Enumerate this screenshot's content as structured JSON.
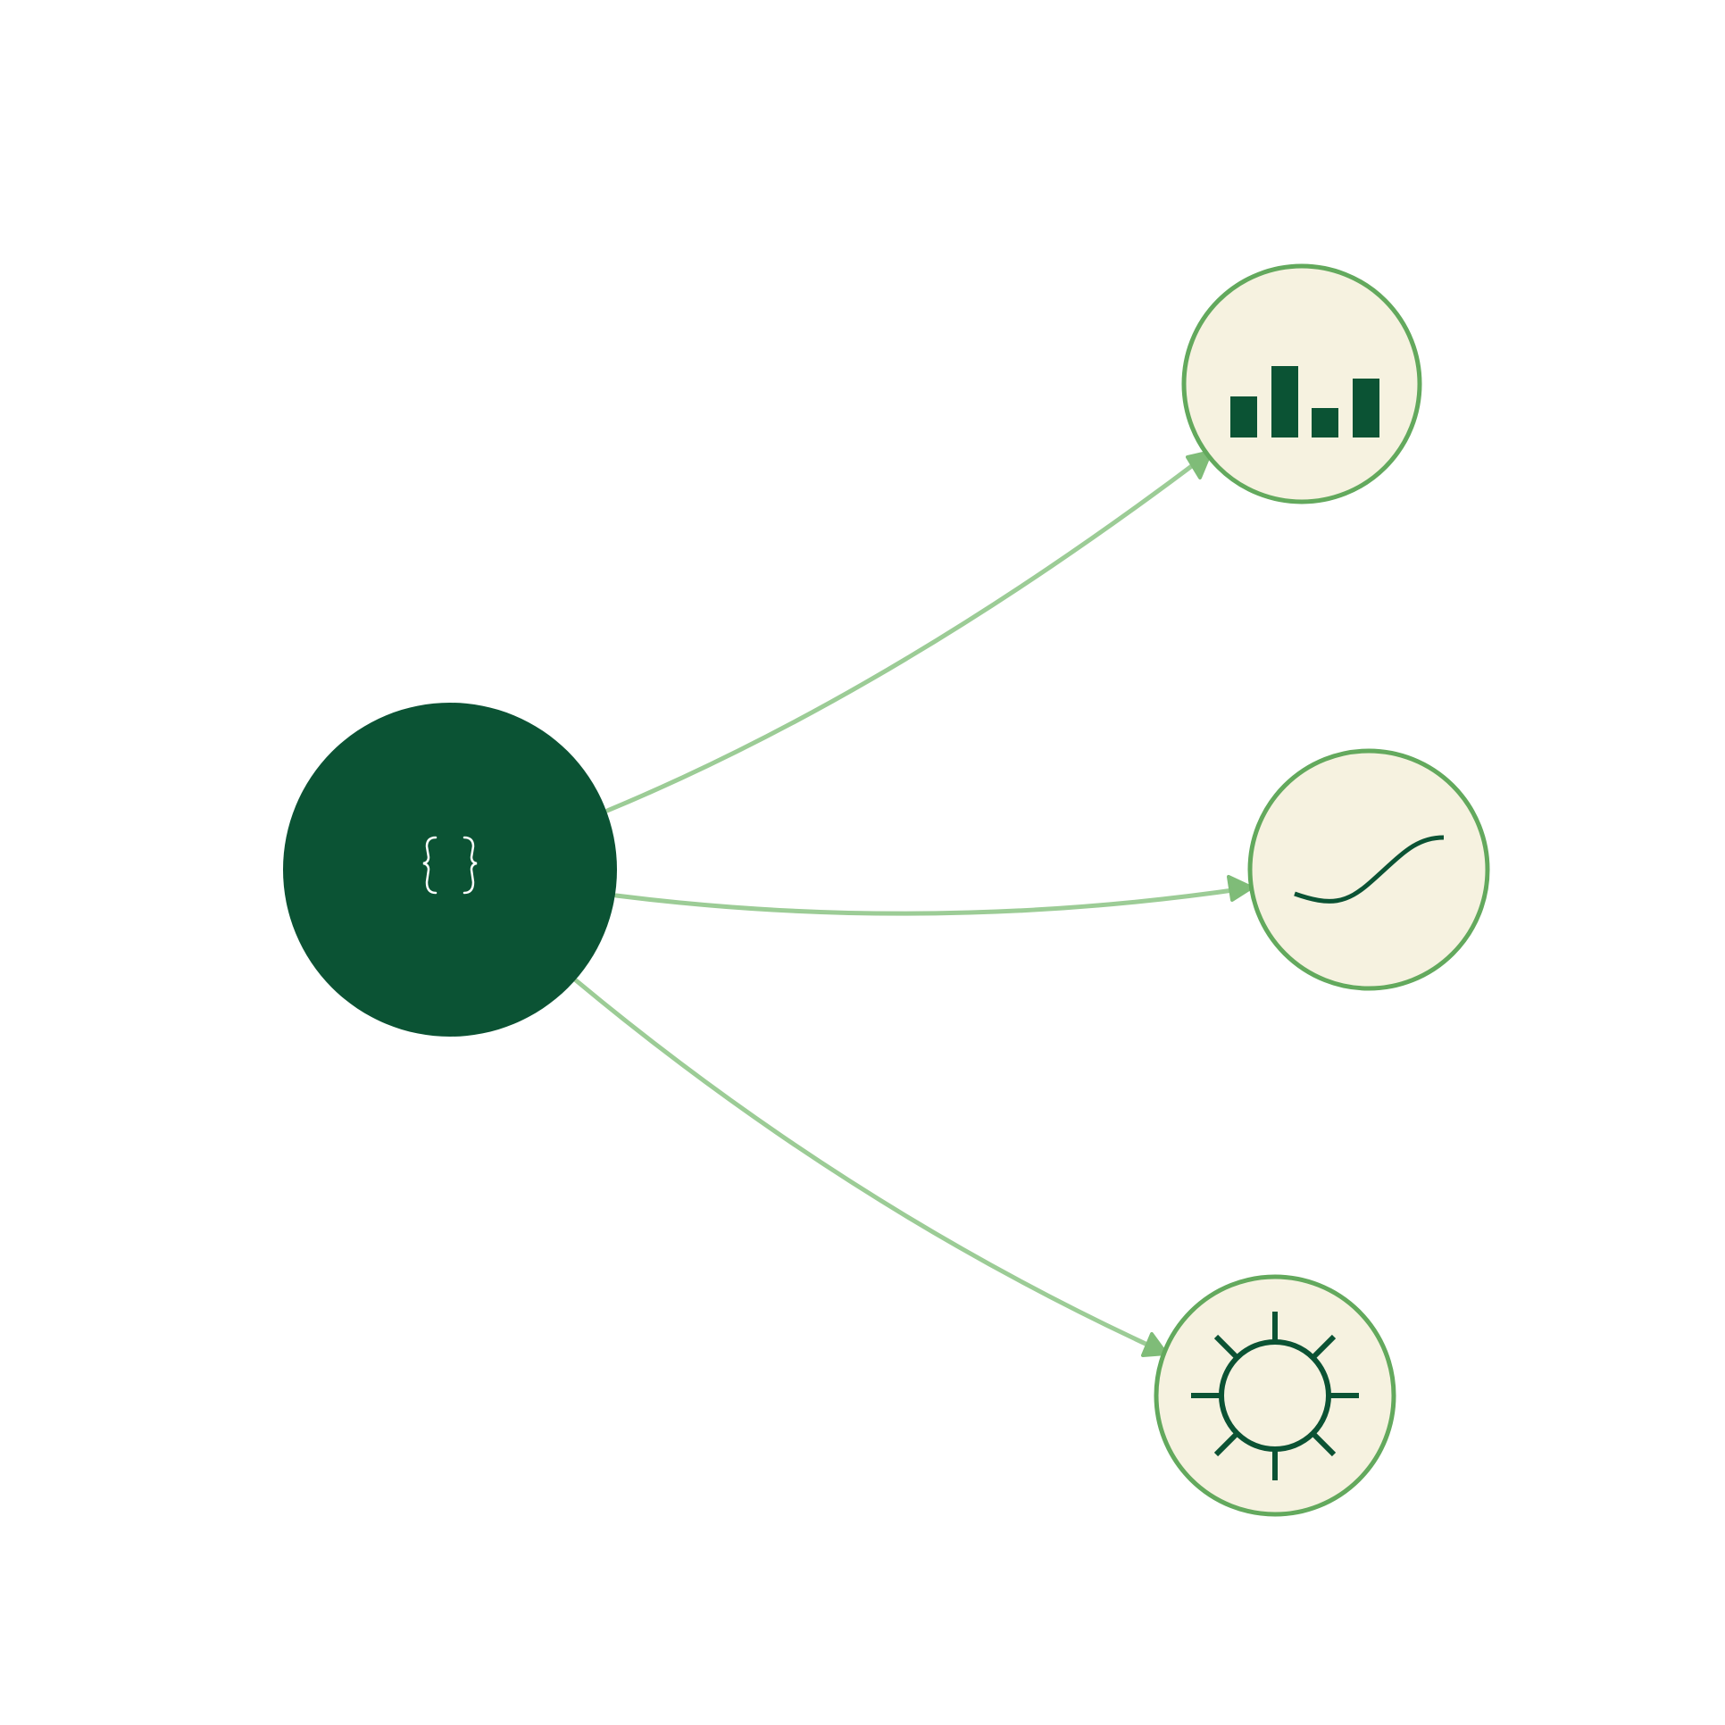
{
  "colors": {
    "background": "#ffffff",
    "hub_fill": "#0b5334",
    "hub_icon": "#ffffff",
    "leaf_fill": "#f6f2e0",
    "leaf_stroke": "#63a95d",
    "icon_dark": "#0b5334",
    "edge": "#9ccc96",
    "arrowhead": "#7fbc78"
  },
  "hub": {
    "icon": "curly-braces-icon"
  },
  "leaves": [
    {
      "id": "bar-chart",
      "icon": "bar-chart-icon"
    },
    {
      "id": "curve",
      "icon": "s-curve-icon"
    },
    {
      "id": "sun",
      "icon": "sun-icon"
    }
  ],
  "edges": [
    {
      "from": "hub",
      "to": "bar-chart"
    },
    {
      "from": "hub",
      "to": "curve"
    },
    {
      "from": "hub",
      "to": "sun"
    }
  ]
}
